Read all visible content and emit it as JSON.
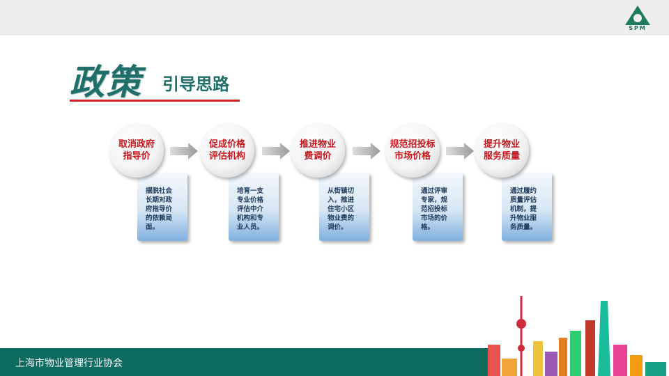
{
  "header": {
    "logo_text": "SPM"
  },
  "title": {
    "main": "政策",
    "sub": "引导思路"
  },
  "steps": [
    {
      "title": [
        "取消政府",
        "指导价"
      ],
      "desc": [
        "摆脱社会",
        "长期对政",
        "府指导价",
        "的依赖局",
        "面。"
      ]
    },
    {
      "title": [
        "促成价格",
        "评估机构"
      ],
      "desc": [
        "培育一支",
        "专业价格",
        "评估中介",
        "机构和专",
        "业人员。"
      ]
    },
    {
      "title": [
        "推进物业",
        "费调价"
      ],
      "desc": [
        "从街镇切",
        "入，推进",
        "住宅小区",
        "物业费的",
        "调价。"
      ]
    },
    {
      "title": [
        "规范招投标",
        "市场价格"
      ],
      "desc": [
        "通过评审",
        "专家，规",
        "范招投标",
        "市场的价",
        "格。"
      ]
    },
    {
      "title": [
        "提升物业",
        "服务质量"
      ],
      "desc": [
        "通过履约",
        "质量评估",
        "机制，提",
        "升物业服",
        "务质量。"
      ]
    }
  ],
  "footer": {
    "org": "上海市物业管理行业协会"
  },
  "colors": {
    "accent": "#c8161d",
    "teal": "#0d6b60"
  }
}
